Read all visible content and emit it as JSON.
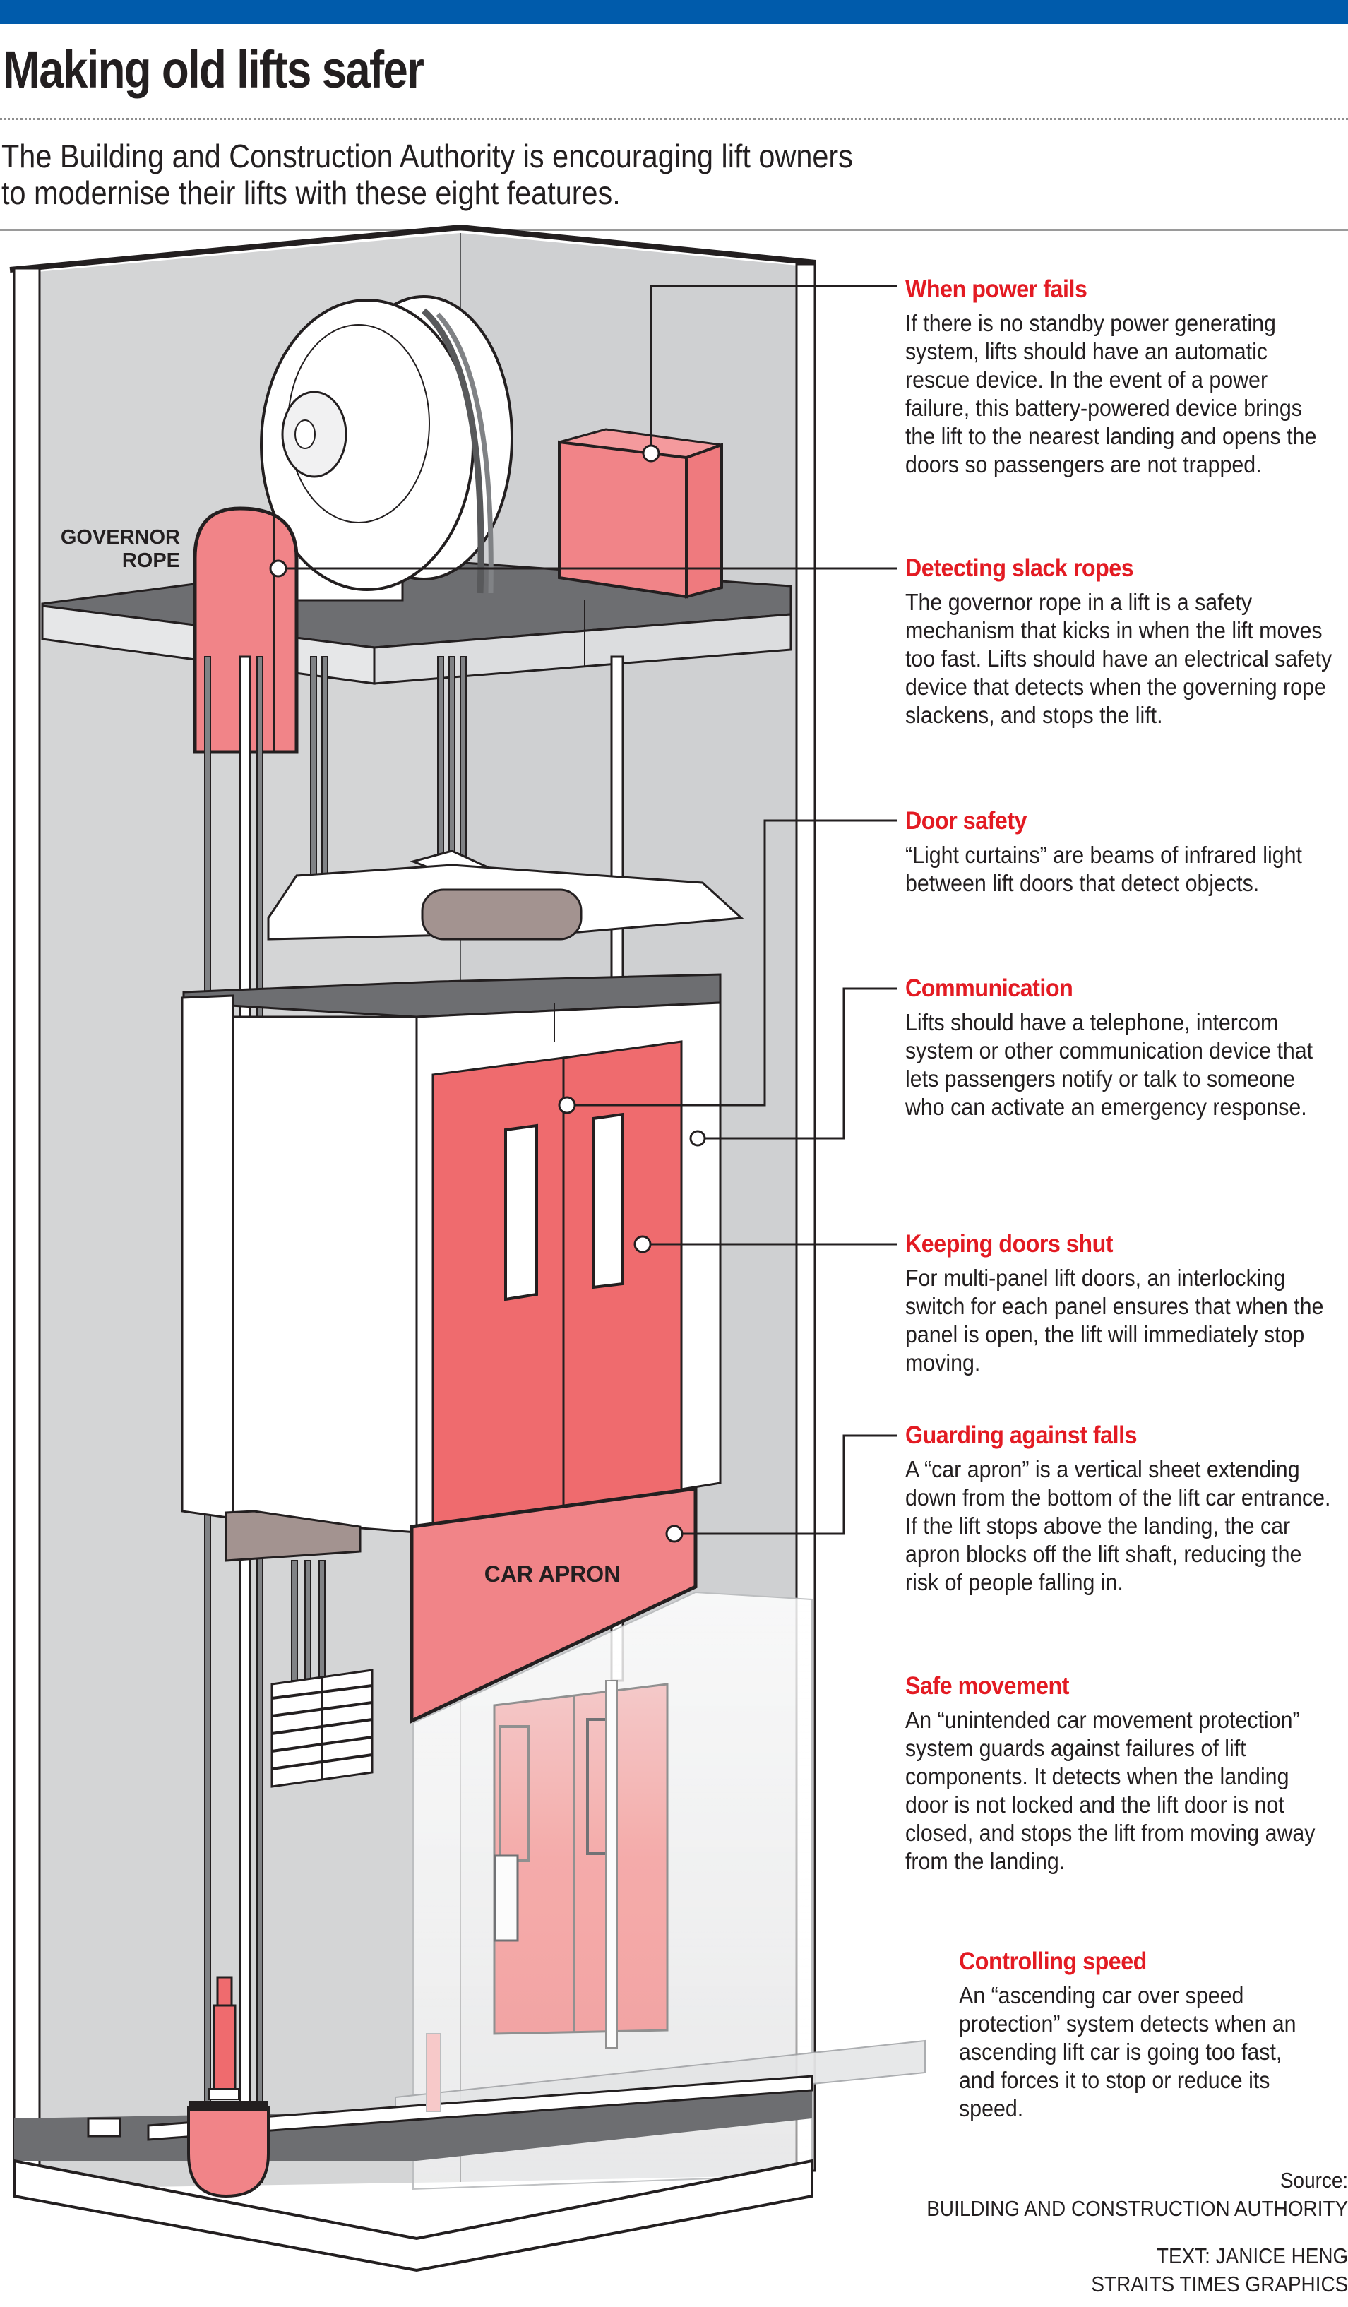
{
  "header": {
    "title": "Making old lifts safer",
    "subtitle_line1": "The Building and Construction Authority is encouraging lift owners",
    "subtitle_line2": "to modernise their lifts with these eight features."
  },
  "colors": {
    "brand_bar": "#005bab",
    "callout_heading": "#e31b23",
    "highlight_pink": "#f18488",
    "door_red": "#ef6b6e",
    "wall_grey": "#d4d5d6",
    "floor_dark": "#6d6e71"
  },
  "illustration": {
    "labels": {
      "governor_rope_line1": "GOVERNOR",
      "governor_rope_line2": "ROPE",
      "car_apron": "CAR APRON"
    },
    "components": [
      "machine-room-slab",
      "traction-sheave",
      "governor",
      "automatic-rescue-device",
      "lift-car",
      "car-doors",
      "car-apron",
      "counterweight",
      "landing-doors",
      "buffer",
      "governor-tension-pulley",
      "pit"
    ]
  },
  "callouts": [
    {
      "id": "power",
      "heading": "When power fails",
      "body": "If there is no standby power generating system, lifts should have an automatic rescue device. In the event of a power failure, this battery-powered device brings the lift to the nearest landing and opens the doors so passengers are not trapped."
    },
    {
      "id": "slack",
      "heading": "Detecting slack ropes",
      "body": "The governor rope in a lift is a safety mechanism that kicks in when the lift moves too fast. Lifts should have an electrical safety device that detects when the governing rope slackens, and stops the lift."
    },
    {
      "id": "door",
      "heading": "Door safety",
      "body": "“Light curtains” are beams of infrared light between lift doors that detect objects."
    },
    {
      "id": "comm",
      "heading": "Communication",
      "body": "Lifts should have a telephone, intercom system or other communication device that lets passengers notify or talk to someone who can activate an emergency response."
    },
    {
      "id": "shut",
      "heading": "Keeping doors shut",
      "body": "For multi-panel lift doors, an interlocking switch for each panel ensures that when the panel is open, the lift will immediately stop moving."
    },
    {
      "id": "falls",
      "heading": "Guarding against falls",
      "body": "A “car apron” is a vertical sheet extending down from the bottom of the lift car entrance. If the lift stops above the landing, the car apron blocks off the lift shaft, reducing the risk of people falling in."
    },
    {
      "id": "movement",
      "heading": "Safe movement",
      "body": "An “unintended car movement protection” system guards against failures of lift components. It detects when the landing door is not locked and the lift door is not closed, and stops the lift from moving away from the landing."
    },
    {
      "id": "speed",
      "heading": "Controlling speed",
      "body": "An “ascending car over speed protection” system detects when an ascending lift car is going too fast, and forces it to stop or reduce its speed."
    }
  ],
  "credits": {
    "source_label": "Source:",
    "source": "BUILDING AND CONSTRUCTION AUTHORITY",
    "text_credit": "TEXT: JANICE HENG",
    "graphics_credit": "STRAITS TIMES GRAPHICS"
  }
}
